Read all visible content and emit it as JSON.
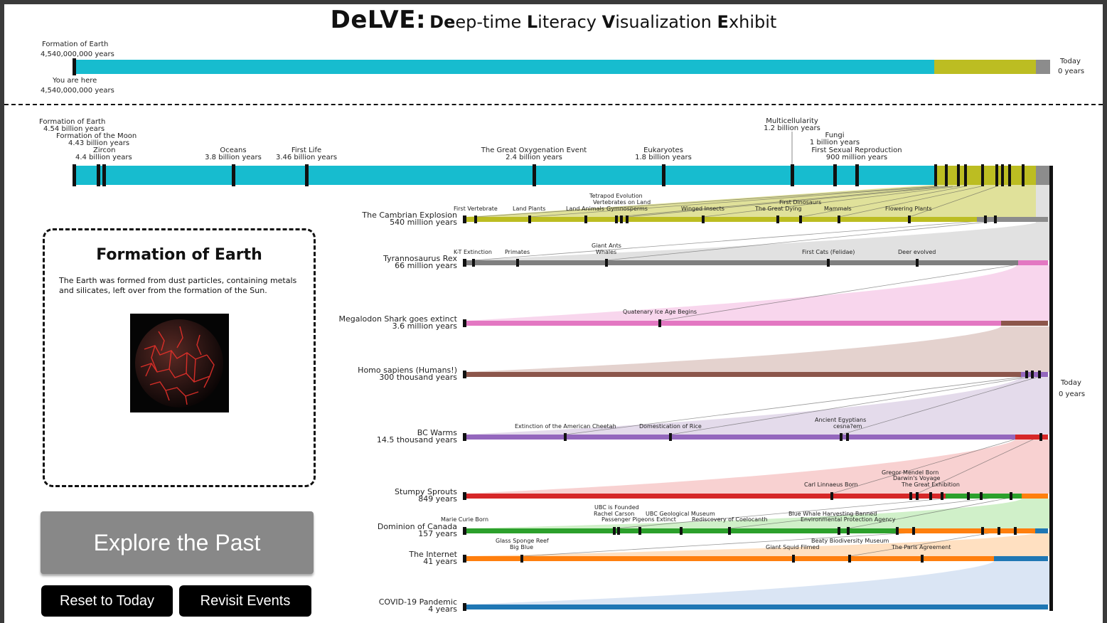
{
  "header": {
    "title_main": "DeLVE:",
    "title_parts": [
      {
        "cap": "De",
        "rest": "ep-time "
      },
      {
        "cap": "L",
        "rest": "iteracy "
      },
      {
        "cap": "V",
        "rest": "isualization "
      },
      {
        "cap": "E",
        "rest": "xhibit"
      }
    ]
  },
  "overview": {
    "start_label": "Formation of Earth",
    "start_value": "4,540,000,000 years",
    "here_label": "You are here",
    "here_value": "4,540,000,000 years",
    "end_label": "Today",
    "end_value": "0 years",
    "colors": {
      "earth": "#17bccf",
      "cambrian": "#bcbd22",
      "recent": "#8c8c8c"
    }
  },
  "main_timeline": {
    "events": [
      {
        "name": "Formation of Earth",
        "value": "4.54 billion years"
      },
      {
        "name": "Formation of the Moon",
        "value": "4.43 billion years"
      },
      {
        "name": "Zircon",
        "value": "4.4 billion years"
      },
      {
        "name": "Oceans",
        "value": "3.8 billion years"
      },
      {
        "name": "First Life",
        "value": "3.46 billion years"
      },
      {
        "name": "The Great Oxygenation Event",
        "value": "2.4 billion years"
      },
      {
        "name": "Eukaryotes",
        "value": "1.8 billion years"
      },
      {
        "name": "Multicellularity",
        "value": "1.2 billion years"
      },
      {
        "name": "Fungi",
        "value": "1 billion years"
      },
      {
        "name": "First Sexual Reproduction",
        "value": "900 million years"
      }
    ]
  },
  "rows": [
    {
      "name": "The Cambrian Explosion",
      "value": "540 million years",
      "color": "#bcbd22",
      "events": [
        "First Vertebrate",
        "Land Plants",
        "Tetrapod Evolution",
        "Vertebrates on Land",
        "Land Animals",
        "Gymnosperms",
        "Winged Insects",
        "First Dinosaurs",
        "The Great Dying",
        "Mammals",
        "Flowering Plants"
      ]
    },
    {
      "name": "Tyrannosaurus Rex",
      "value": "66 million years",
      "color": "#7f7f7f",
      "events": [
        "K-T Extinction",
        "Primates",
        "Giant Ants",
        "Whales",
        "First Cats (Felidae)",
        "Deer evolved"
      ]
    },
    {
      "name": "Megalodon Shark goes extinct",
      "value": "3.6 million years",
      "color": "#e377c2",
      "events": [
        "Quatenary Ice Age Begins"
      ]
    },
    {
      "name": "Homo sapiens (Humans!)",
      "value": "300 thousand years",
      "color": "#8c564b",
      "events": []
    },
    {
      "name": "BC Warms",
      "value": "14.5 thousand years",
      "color": "#9467bd",
      "events": [
        "Extinction of the American Cheetah",
        "Domestication of Rice",
        "Ancient Egyptians",
        "cesna?em"
      ]
    },
    {
      "name": "Stumpy Sprouts",
      "value": "849 years",
      "color": "#d62728",
      "events": [
        "Carl Linnaeus Born",
        "Gregor Mendel Born",
        "Darwin's Voyage",
        "The Great Exhibition"
      ]
    },
    {
      "name": "Dominion of Canada",
      "value": "157 years",
      "color": "#2ca02c",
      "events": [
        "Marie Curie Born",
        "UBC is Founded",
        "Rachel Carson",
        "Passenger Pigeons Extinct",
        "UBC Geological Museum",
        "Rediscovery of Coelocanth",
        "Blue Whale Harvesting Banned",
        "Environmental Protection Agency"
      ]
    },
    {
      "name": "The Internet",
      "value": "41 years",
      "color": "#ff7f0e",
      "events": [
        "Glass Sponge Reef",
        "Big Blue",
        "Beaty Biodiversity Museum",
        "Giant Squid Filmed",
        "The Paris Agreement"
      ]
    },
    {
      "name": "COVID-19 Pandemic",
      "value": "4 years",
      "color": "#1f77b4",
      "events": []
    }
  ],
  "today": {
    "label": "Today",
    "value": "0 years"
  },
  "info_card": {
    "title": "Formation of Earth",
    "description": "The Earth was formed from dust particles, containing metals and silicates, left over from the formation of the Sun."
  },
  "buttons": {
    "explore": "Explore the Past",
    "reset": "Reset to Today",
    "revisit": "Revisit Events"
  }
}
